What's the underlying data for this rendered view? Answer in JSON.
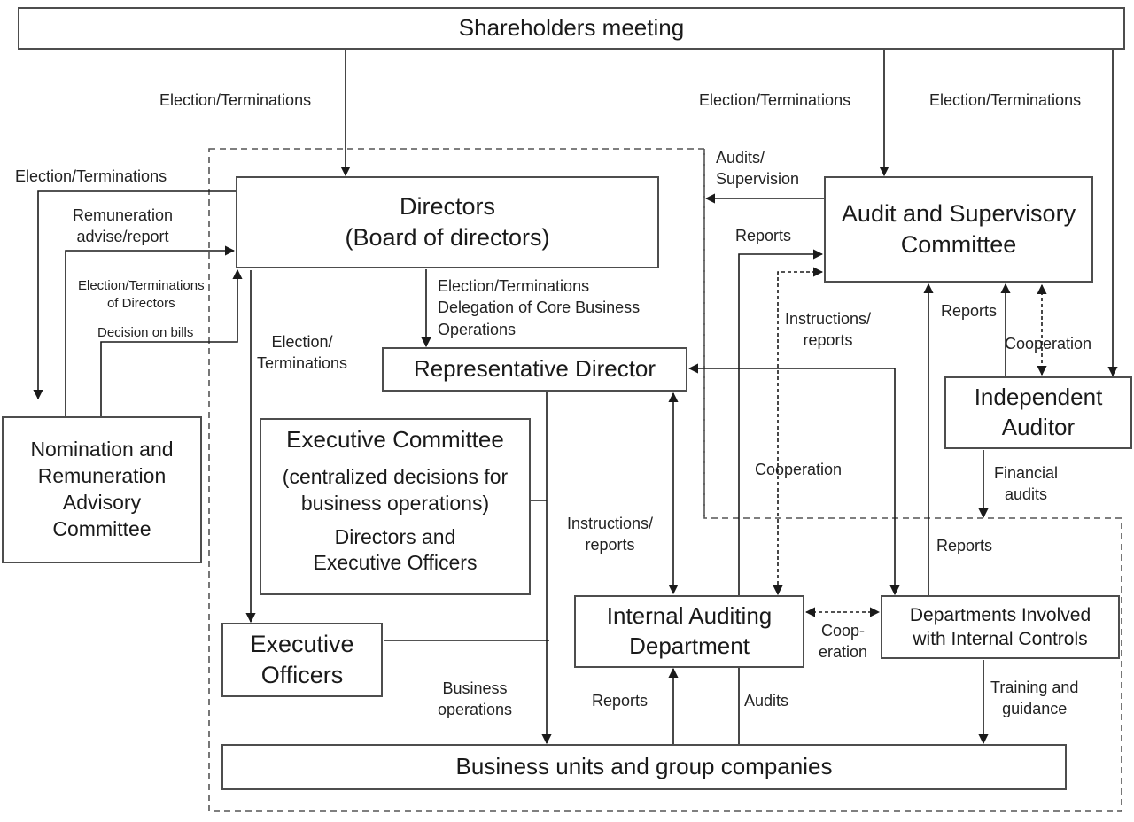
{
  "nodes": {
    "shareholders": "Shareholders meeting",
    "directors": [
      "Directors",
      "(Board of directors)"
    ],
    "audit_committee": [
      "Audit and Supervisory",
      "Committee"
    ],
    "rep_director": "Representative Director",
    "independent_auditor": [
      "Independent",
      "Auditor"
    ],
    "exec_committee": {
      "title": "Executive Committee",
      "desc": [
        "(centralized decisions for",
        "business operations)"
      ],
      "members": [
        "Directors and",
        "Executive Officers"
      ]
    },
    "nomination": [
      "Nomination and",
      "Remuneration",
      "Advisory",
      "Committee"
    ],
    "internal_audit": [
      "Internal Auditing",
      "Department"
    ],
    "dept_internal": [
      "Departments Involved",
      "with Internal Controls"
    ],
    "exec_officers": [
      "Executive",
      "Officers"
    ],
    "business_units": "Business units and group companies"
  },
  "labels": {
    "sh_to_directors": "Election/Terminations",
    "sh_to_audit": "Election/Terminations",
    "sh_to_auditor": "Election/Terminations",
    "directors_to_nomination": "Election/Terminations",
    "remuneration": [
      "Remuneration",
      "advise/report"
    ],
    "election_of_directors": [
      "Election/Terminations",
      "of Directors"
    ],
    "decision_on_bills": "Decision on bills",
    "directors_to_officers": [
      "Election/",
      "Terminations"
    ],
    "directors_to_rep": [
      "Election/Terminations",
      "Delegation of Core Business",
      "Operations"
    ],
    "audits_supervision": [
      "Audits/",
      "Supervision"
    ],
    "reports_to_audit": "Reports",
    "instructions_reports_audit": [
      "Instructions/",
      "reports"
    ],
    "reports_dept": "Reports",
    "cooperation_auditor": "Cooperation",
    "financial_audits": [
      "Financial",
      "audits"
    ],
    "cooperation_internal": "Cooperation",
    "instructions_reports_rep": [
      "Instructions/",
      "reports"
    ],
    "reports_dept_lower": "Reports",
    "coop_eration": [
      "Coop-",
      "eration"
    ],
    "business_operations": [
      "Business",
      "operations"
    ],
    "reports_bu": "Reports",
    "audits": "Audits",
    "training_guidance": [
      "Training and",
      "guidance"
    ]
  },
  "colors": {
    "line": "#1a1a1a",
    "box_border": "#4d4d4d",
    "text": "#1a1a1a"
  }
}
